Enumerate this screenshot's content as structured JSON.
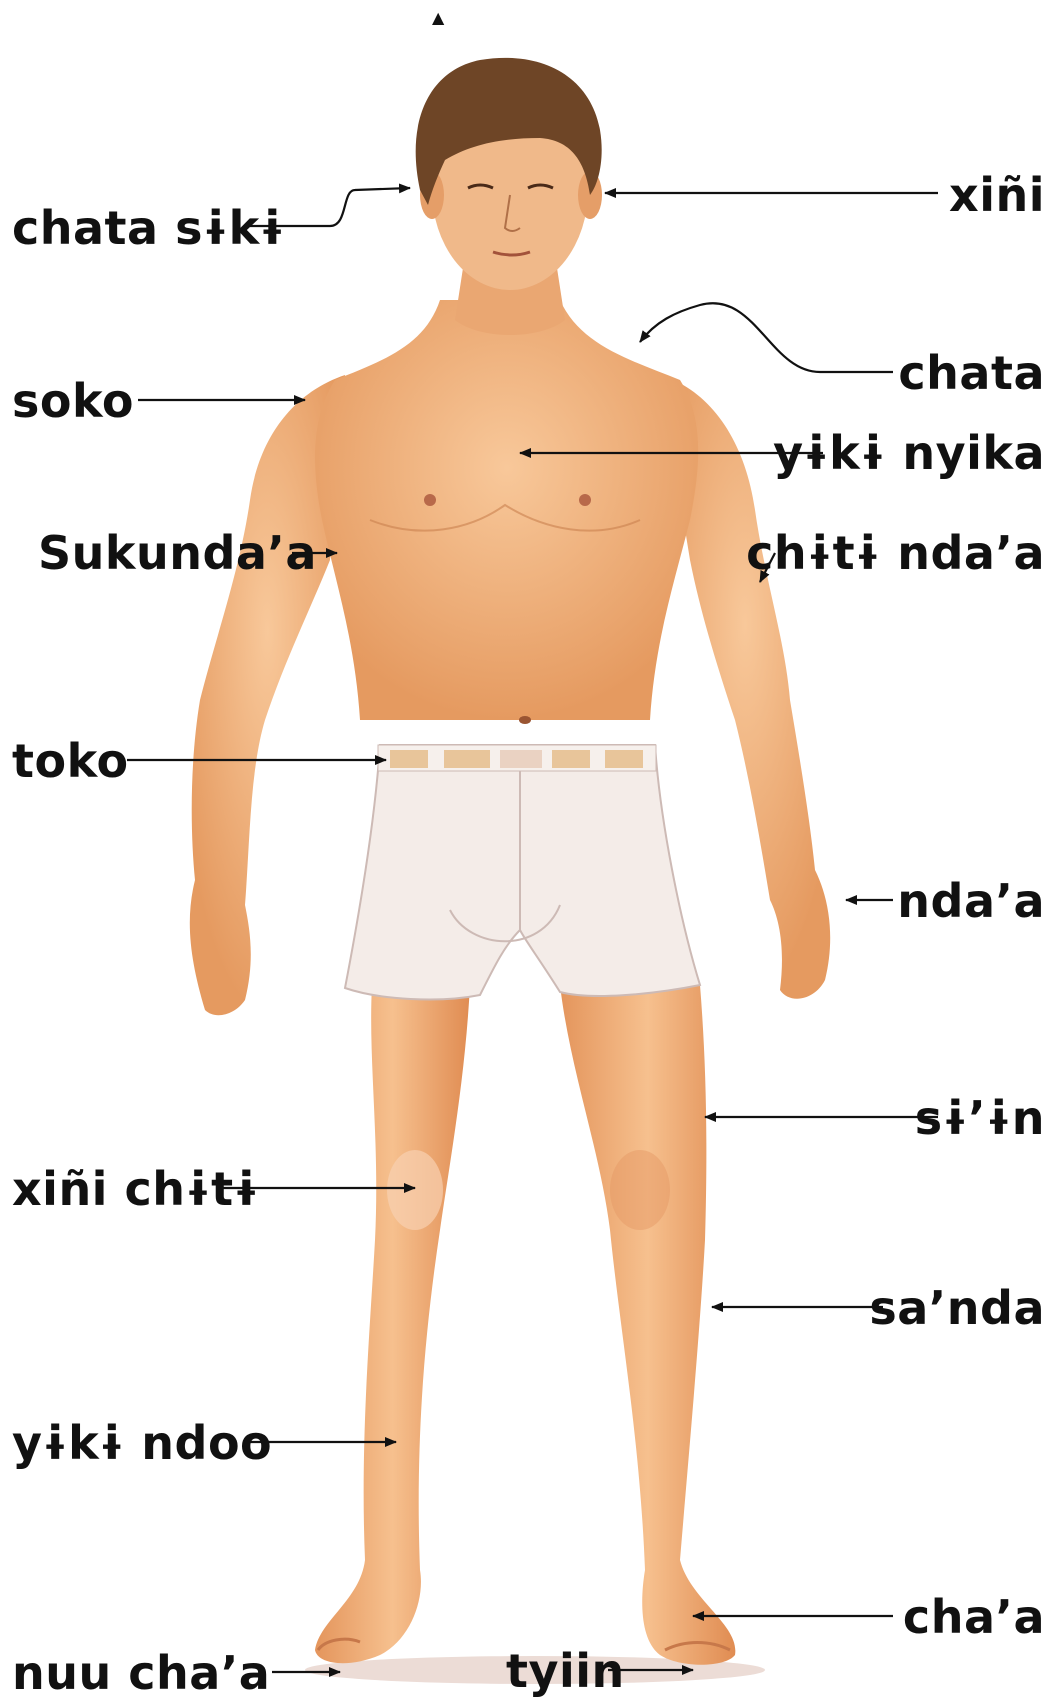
{
  "top_marker": "▲",
  "labels": {
    "xini": "xiñi",
    "chata_siki": "chata sɨkɨ",
    "chata": "chata",
    "soko": "soko",
    "yiki_nyika": "yɨkɨ nyika",
    "sukunda_a": "Sukunda’a",
    "chiti_nda_a": "chɨtɨ nda’a",
    "toko": "toko",
    "nda_a": "nda’a",
    "si_in": "sɨ’ɨn",
    "xini_chiti": "xiñi chɨtɨ",
    "sa_nda": "sa’nda",
    "yiki_ndoo": "yɨkɨ ndoo",
    "cha_a": "cha’a",
    "nuu_cha_a": "nuu cha’a",
    "tyiin": "tyiin"
  },
  "colors": {
    "skin": "#f2b27a",
    "skin_shadow": "#e08f55",
    "hair": "#6e4526",
    "shorts": "#f4ece8",
    "belt": "#e8c59a",
    "ink": "#111111"
  }
}
